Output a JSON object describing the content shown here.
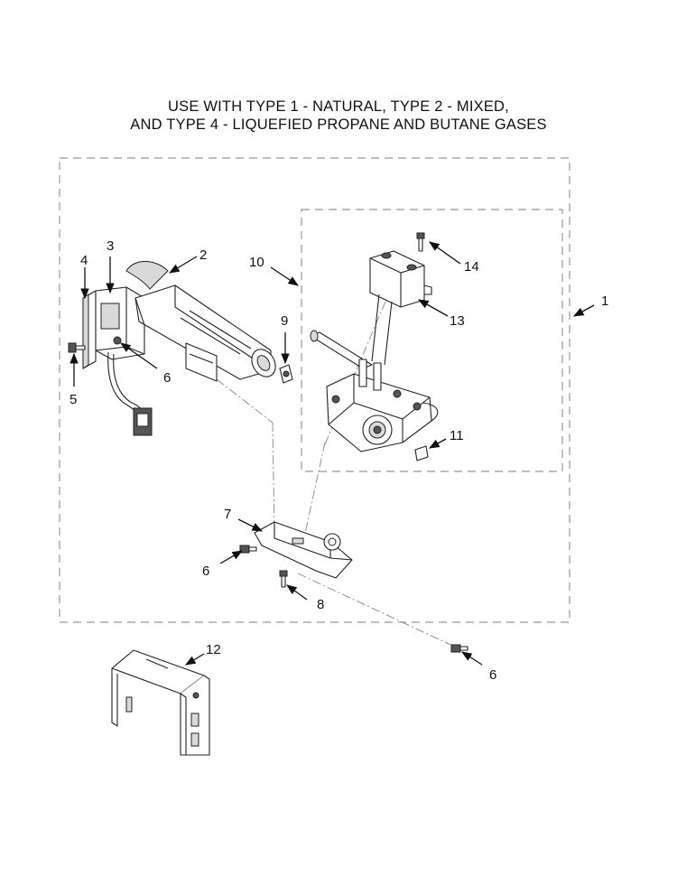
{
  "title": {
    "line1": "USE WITH TYPE 1 - NATURAL, TYPE 2 - MIXED,",
    "line2": "AND TYPE 4 - LIQUEFIED PROPANE AND BUTANE GASES"
  },
  "callouts": {
    "c1": "1",
    "c2": "2",
    "c3": "3",
    "c4": "4",
    "c5": "5",
    "c6a": "6",
    "c6b": "6",
    "c6c": "6",
    "c7": "7",
    "c8": "8",
    "c9": "9",
    "c10": "10",
    "c11": "11",
    "c12": "12",
    "c13": "13",
    "c14": "14"
  }
}
